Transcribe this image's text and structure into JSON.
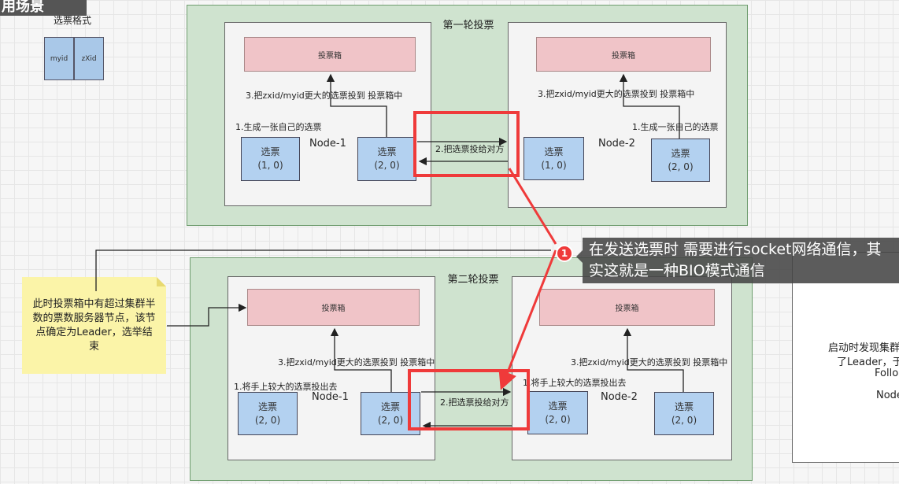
{
  "header": {
    "partial_title": "用场景"
  },
  "format": {
    "title": "选票格式",
    "cell_myid": "myid",
    "cell_zxid": "zXid"
  },
  "round1": {
    "title": "第一轮投票",
    "left": {
      "ballot_box": "投票箱",
      "step3": "3.把zxid/myid更大的选票投到 投票箱中",
      "step1": "1.生成一张自己的选票",
      "node_label": "Node-1",
      "vote_a": {
        "title": "选票",
        "value": "(1, 0)"
      },
      "vote_b": {
        "title": "选票",
        "value": "(2, 0)"
      }
    },
    "right": {
      "ballot_box": "投票箱",
      "step3": "3.把zxid/myid更大的选票投到 投票箱中",
      "step1": "1.生成一张自己的选票",
      "node_label": "Node-2",
      "vote_a": {
        "title": "选票",
        "value": "(1, 0)"
      },
      "vote_b": {
        "title": "选票",
        "value": "(2, 0)"
      }
    },
    "step2": "2.把选票投给对方"
  },
  "round2": {
    "title": "第二轮投票",
    "left": {
      "ballot_box": "投票箱",
      "step3": "3.把zxid/myid更大的选票投到 投票箱中",
      "step1": "1.将手上较大的选票投出去",
      "node_label": "Node-1",
      "vote_a": {
        "title": "选票",
        "value": "(2, 0)"
      },
      "vote_b": {
        "title": "选票",
        "value": "(2, 0)"
      }
    },
    "right": {
      "ballot_box": "投票箱",
      "step3": "3.把zxid/myid更大的选票投到 投票箱中",
      "step1": "1.将手上较大的选票投出去",
      "node_label": "Node-2",
      "vote_a": {
        "title": "选票",
        "value": "(2, 0)"
      },
      "vote_b": {
        "title": "选票",
        "value": "(2, 0)"
      }
    },
    "step2": "2.把选票投给对方"
  },
  "sticky_note": {
    "text": "此时投票箱中有超过集群半数的票数服务器节点，该节点确定为Leader，选举结束"
  },
  "annotation": {
    "badge": "1",
    "text": "在发送选票时 需要进行socket网络通信，其实这就是一种BIO模式通信"
  },
  "right_panel": {
    "line1": "启动时发现集群",
    "line2": "了Leader，于",
    "line3": "Follo",
    "line4": "Node"
  },
  "colors": {
    "round_bg": "#cfe3cf",
    "ballot_box": "#f0c4c8",
    "vote_card": "#b3d1f0",
    "highlight_red": "#ef3a3a",
    "sticky": "#fbf4a8"
  }
}
